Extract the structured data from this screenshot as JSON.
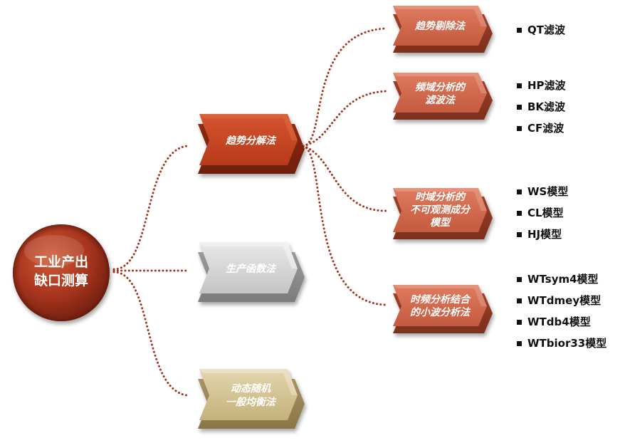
{
  "root": {
    "line1": "工业产出",
    "line2": "缺口测算"
  },
  "methods": {
    "trend": "趋势分解法",
    "production": "生产函数法",
    "dsge": {
      "line1": "动态随机",
      "line2": "一般均衡法"
    }
  },
  "submethods": {
    "detrend": "趋势剔除法",
    "freq": {
      "line1": "频域分析的",
      "line2": "滤波法"
    },
    "time": {
      "line1": "时域分析的",
      "line2": "不可观测成分",
      "line3": "模型"
    },
    "wavelet": {
      "line1": "时频分析结合",
      "line2": "的小波分析法"
    }
  },
  "models": {
    "qt": [
      "QT滤波"
    ],
    "freq": [
      "HP滤波",
      "BK滤波",
      "CF滤波"
    ],
    "time": [
      "WS模型",
      "CL模型",
      "HJ模型"
    ],
    "wavelet": [
      "WTsym4模型",
      "WTdmey模型",
      "WTdb4模型",
      "WTbior33模型"
    ]
  },
  "colors": {
    "root": "#a8351d",
    "trend_block": "#c0401f",
    "sub_block": "#d06a4e",
    "production_block": "#d0d0d0",
    "dsge_block": "#cfbf8e",
    "connector": "#a3361d"
  }
}
